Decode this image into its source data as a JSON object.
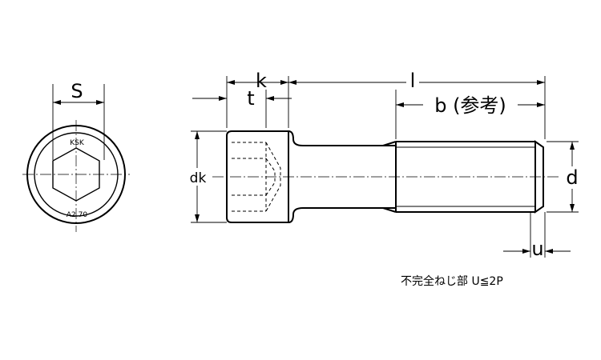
{
  "labels": {
    "s": "S",
    "k": "k",
    "t": "t",
    "l": "l",
    "b": "b (参考)",
    "dk": "dk",
    "d": "d",
    "u": "u"
  },
  "head_markings": {
    "top": "KSK",
    "bottom": "A2 70"
  },
  "note": "不完全ねじ部  U≦2P"
}
